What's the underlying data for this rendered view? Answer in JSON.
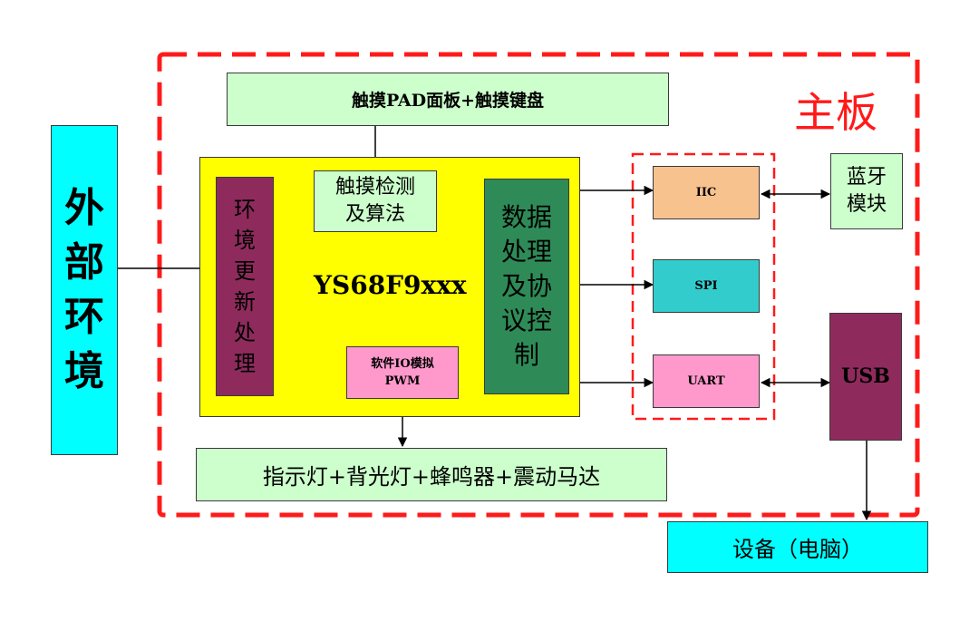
{
  "colors": {
    "mainboard_border": "#ff1a1a",
    "external_env": "#00ffff",
    "touch_panel": "#ccffcc",
    "chip": "#ffff00",
    "env_update": "#8e2b5c",
    "touch_detect": "#ccffcc",
    "data_proc": "#2e8b57",
    "pwm": "#ff99cc",
    "iic": "#f8c28e",
    "spi": "#33cccc",
    "uart": "#ff99cc",
    "bluetooth": "#ccffcc",
    "usb": "#8e2b5c",
    "indicator": "#ccffcc",
    "device": "#00ffff"
  },
  "external_env": {
    "label": "外部环境",
    "chars": [
      "外",
      "部",
      "环",
      "境"
    ]
  },
  "mainboard": {
    "label": "主板"
  },
  "touch_panel": {
    "label": "触摸PAD面板+触摸键盘"
  },
  "chip": {
    "label": "YS68F9xxx"
  },
  "env_update": {
    "label": "环境更新处理",
    "chars": [
      "环",
      "境",
      "更",
      "新",
      "处",
      "理"
    ]
  },
  "touch_detect": {
    "line1": "触摸检测",
    "line2": "及算法"
  },
  "data_proc": {
    "label": "数据处理及协议控制",
    "lines": [
      "数据",
      "处理",
      "及协",
      "议控",
      "制"
    ]
  },
  "pwm": {
    "line1": "软件IO模拟",
    "line2": "PWM"
  },
  "iic": {
    "label": "IIC"
  },
  "spi": {
    "label": "SPI"
  },
  "uart": {
    "label": "UART"
  },
  "bluetooth": {
    "line1": "蓝牙",
    "line2": "模块"
  },
  "usb": {
    "label": "USB"
  },
  "indicator": {
    "label": "指示灯+背光灯+蜂鸣器+震动马达"
  },
  "device": {
    "label": "设备（电脑）"
  }
}
